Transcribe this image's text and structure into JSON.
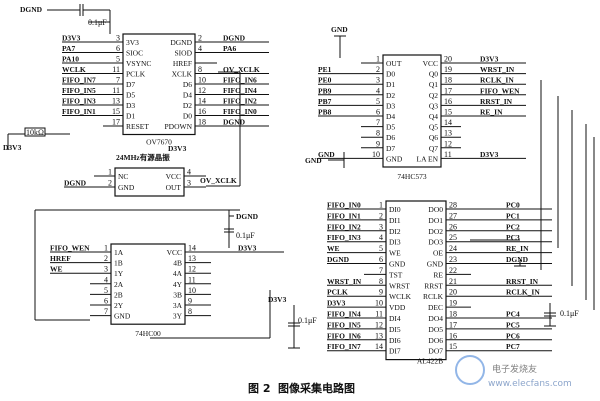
{
  "caption": {
    "figure_no": "图 2",
    "title": "图像采集电路图"
  },
  "watermark": {
    "brand": "电子发烧友",
    "url": "www.elecfans.com"
  },
  "ov7670": {
    "part": "OV7670",
    "left": [
      {
        "net": "D3V3",
        "pin": "3",
        "name": "3V3"
      },
      {
        "net": "PA7",
        "pin": "6",
        "name": "SIOC"
      },
      {
        "net": "PA10",
        "pin": "5",
        "name": "VSYNC"
      },
      {
        "net": "WCLK",
        "pin": "11",
        "name": "PCLK"
      },
      {
        "net": "FIFO_IN7",
        "pin": "7",
        "name": "D7"
      },
      {
        "net": "FIFO_IN5",
        "pin": "11",
        "name": "D5"
      },
      {
        "net": "FIFO_IN3",
        "pin": "13",
        "name": "D3"
      },
      {
        "net": "FIFO_IN1",
        "pin": "15",
        "name": "D1"
      },
      {
        "net": "",
        "pin": "17",
        "name": "RESET"
      }
    ],
    "right": [
      {
        "net": "DGND",
        "pin": "2",
        "name": "DGND"
      },
      {
        "net": "PA6",
        "pin": "4",
        "name": "SIOD"
      },
      {
        "net": "",
        "pin": "",
        "name": "HREF"
      },
      {
        "net": "OV_XCLK",
        "pin": "8",
        "name": "XCLK"
      },
      {
        "net": "FIFO_IN6",
        "pin": "10",
        "name": "D6"
      },
      {
        "net": "FIFO_IN4",
        "pin": "12",
        "name": "D4"
      },
      {
        "net": "FIFO_IN2",
        "pin": "14",
        "name": "D2"
      },
      {
        "net": "FIFO_IN0",
        "pin": "16",
        "name": "D0"
      },
      {
        "net": "DGND",
        "pin": "18",
        "name": "PDOWN"
      }
    ],
    "top_net": "DGND",
    "cap": "0.1μF",
    "resistor": "10kΩ",
    "pullup_net": "D3V3"
  },
  "osc": {
    "title": "24MHz有源晶振",
    "left": [
      {
        "net": "",
        "pin": "1",
        "name": "NC"
      },
      {
        "net": "DGND",
        "pin": "2",
        "name": "GND"
      }
    ],
    "right": [
      {
        "pin": "4",
        "name": "VCC"
      },
      {
        "pin": "3",
        "name": "OUT"
      }
    ],
    "vcc_net": "D3V3",
    "out_net": "OV_XCLK"
  },
  "hc573": {
    "part": "74HC573",
    "left": [
      {
        "net": "",
        "pin": "1",
        "name": "OUT"
      },
      {
        "net": "PE1",
        "pin": "2",
        "name": "D0"
      },
      {
        "net": "PE0",
        "pin": "3",
        "name": "D1"
      },
      {
        "net": "PB9",
        "pin": "4",
        "name": "D2"
      },
      {
        "net": "PB7",
        "pin": "5",
        "name": "D3"
      },
      {
        "net": "PB8",
        "pin": "6",
        "name": "D4"
      },
      {
        "net": "",
        "pin": "7",
        "name": "D5"
      },
      {
        "net": "",
        "pin": "8",
        "name": "D6"
      },
      {
        "net": "",
        "pin": "9",
        "name": "D7"
      },
      {
        "net": "GND",
        "pin": "10",
        "name": "GND"
      }
    ],
    "right": [
      {
        "net": "D3V3",
        "pin": "20",
        "name": "VCC"
      },
      {
        "net": "WRST_IN",
        "pin": "19",
        "name": "Q0"
      },
      {
        "net": "RCLK_IN",
        "pin": "18",
        "name": "Q1"
      },
      {
        "net": "FIFO_WEN",
        "pin": "17",
        "name": "Q2"
      },
      {
        "net": "RRST_IN",
        "pin": "16",
        "name": "Q3"
      },
      {
        "net": "RE_IN",
        "pin": "15",
        "name": "Q4"
      },
      {
        "net": "",
        "pin": "14",
        "name": "Q5"
      },
      {
        "net": "",
        "pin": "13",
        "name": "Q6"
      },
      {
        "net": "",
        "pin": "12",
        "name": "Q7"
      },
      {
        "net": "D3V3",
        "pin": "11",
        "name": "LA EN"
      }
    ],
    "top_net": "GND",
    "gnd_net": "GND"
  },
  "hc00": {
    "part": "74HC00",
    "left": [
      {
        "net": "FIFO_WEN",
        "pin": "1",
        "name": "1A"
      },
      {
        "net": "HREF",
        "pin": "2",
        "name": "1B"
      },
      {
        "net": "WE",
        "pin": "3",
        "name": "1Y"
      },
      {
        "net": "",
        "pin": "4",
        "name": "2A"
      },
      {
        "net": "",
        "pin": "5",
        "name": "2B"
      },
      {
        "net": "",
        "pin": "6",
        "name": "2Y"
      },
      {
        "net": "",
        "pin": "7",
        "name": "GND"
      }
    ],
    "right": [
      {
        "net": "D3V3",
        "pin": "14",
        "name": "VCC"
      },
      {
        "net": "",
        "pin": "13",
        "name": "4B"
      },
      {
        "net": "",
        "pin": "12",
        "name": "4A"
      },
      {
        "net": "",
        "pin": "11",
        "name": "4Y"
      },
      {
        "net": "",
        "pin": "10",
        "name": "3B"
      },
      {
        "net": "",
        "pin": "9",
        "name": "3A"
      },
      {
        "net": "",
        "pin": "8",
        "name": "3Y"
      }
    ],
    "top_net": "DGND",
    "cap": "0.1μF"
  },
  "al422b": {
    "part": "AL422B",
    "left": [
      {
        "net": "FIFO_IN0",
        "pin": "1",
        "name": "DI0"
      },
      {
        "net": "FIFO_IN1",
        "pin": "2",
        "name": "DI1"
      },
      {
        "net": "FIFO_IN2",
        "pin": "3",
        "name": "DI2"
      },
      {
        "net": "FIFO_IN3",
        "pin": "4",
        "name": "DI3"
      },
      {
        "net": "WE",
        "pin": "5",
        "name": "WE"
      },
      {
        "net": "DGND",
        "pin": "6",
        "name": "GND"
      },
      {
        "net": "",
        "pin": "7",
        "name": "TST"
      },
      {
        "net": "WRST_IN",
        "pin": "8",
        "name": "WRST"
      },
      {
        "net": "PCLK",
        "pin": "9",
        "name": "WCLK"
      },
      {
        "net": "D3V3",
        "pin": "10",
        "name": "VDD"
      },
      {
        "net": "FIFO_IN4",
        "pin": "11",
        "name": "DI4"
      },
      {
        "net": "FIFO_IN5",
        "pin": "12",
        "name": "DI5"
      },
      {
        "net": "FIFO_IN6",
        "pin": "13",
        "name": "DI6"
      },
      {
        "net": "FIFO_IN7",
        "pin": "14",
        "name": "DI7"
      }
    ],
    "right": [
      {
        "net": "PC0",
        "pin": "28",
        "name": "DO0"
      },
      {
        "net": "PC1",
        "pin": "27",
        "name": "DO1"
      },
      {
        "net": "PC2",
        "pin": "26",
        "name": "DO2"
      },
      {
        "net": "PC3",
        "pin": "25",
        "name": "DO3"
      },
      {
        "net": "RE_IN",
        "pin": "24",
        "name": "OE"
      },
      {
        "net": "DGND",
        "pin": "23",
        "name": "GND"
      },
      {
        "net": "",
        "pin": "22",
        "name": "RE"
      },
      {
        "net": "RRST_IN",
        "pin": "21",
        "name": "RRST"
      },
      {
        "net": "RCLK_IN",
        "pin": "20",
        "name": "RCLK"
      },
      {
        "net": "",
        "pin": "19",
        "name": "DEC"
      },
      {
        "net": "PC4",
        "pin": "18",
        "name": "DO4"
      },
      {
        "net": "PC5",
        "pin": "17",
        "name": "DO5"
      },
      {
        "net": "PC6",
        "pin": "16",
        "name": "DO6"
      },
      {
        "net": "PC7",
        "pin": "15",
        "name": "DO7"
      }
    ],
    "vdd_net": "D3V3",
    "cap_left": "0.1μF",
    "cap_right": "0.1μF"
  }
}
